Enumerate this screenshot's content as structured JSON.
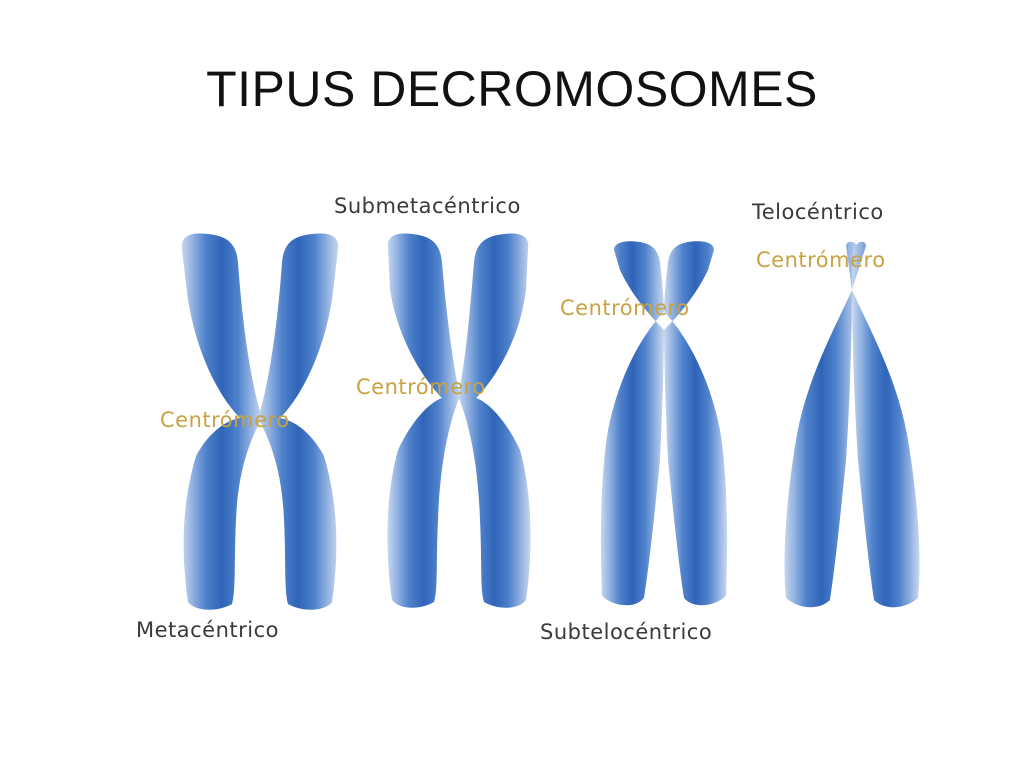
{
  "slide": {
    "title": "TIPUS DECROMOSOMES"
  },
  "colors": {
    "chromosome": "#2f64b8",
    "chromosome_edge": "#a9c2e8",
    "type_label": "#3a3a3a",
    "centromere_label": "#c9a240"
  },
  "figure": {
    "types": {
      "metacentric": "Metacéntrico",
      "submetacentric": "Submetacéntrico",
      "subtelocentric": "Subtelocéntrico",
      "telocentric": "Telocéntrico"
    },
    "centromere_label": "Centrómero"
  }
}
